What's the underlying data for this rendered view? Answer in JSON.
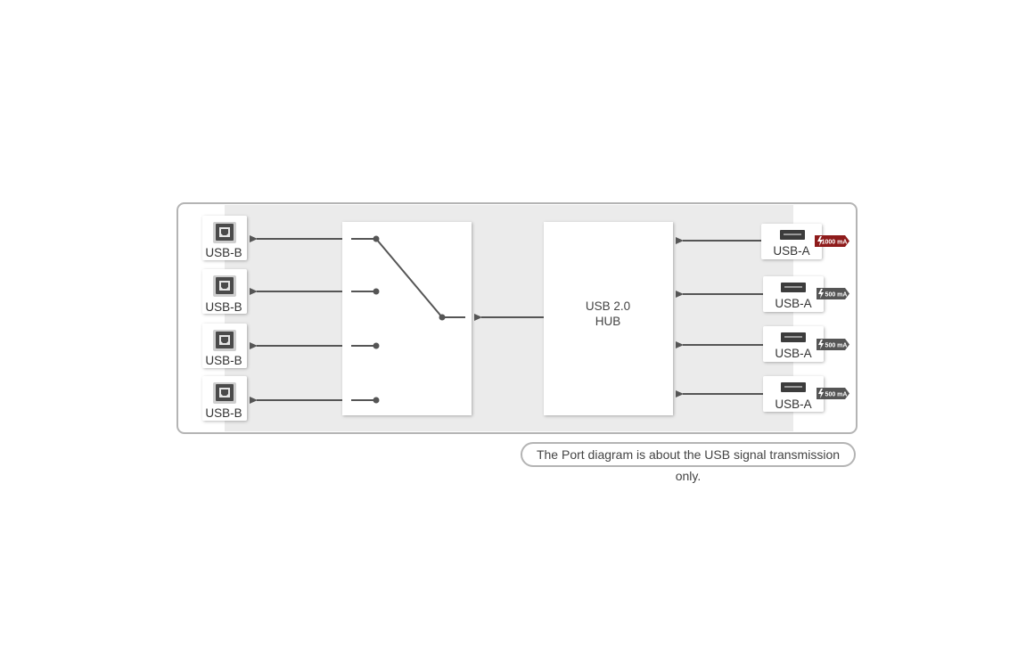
{
  "left_ports": [
    {
      "label": "USB-B"
    },
    {
      "label": "USB-B"
    },
    {
      "label": "USB-B"
    },
    {
      "label": "USB-B"
    }
  ],
  "hub": {
    "line1": "USB 2.0",
    "line2": "HUB"
  },
  "right_ports": [
    {
      "label": "USB-A",
      "current": "1000 mA",
      "badge_color": "#8e1b1b"
    },
    {
      "label": "USB-A",
      "current": "500 mA",
      "badge_color": "#555555"
    },
    {
      "label": "USB-A",
      "current": "500 mA",
      "badge_color": "#555555"
    },
    {
      "label": "USB-A",
      "current": "500 mA",
      "badge_color": "#555555"
    }
  ],
  "note": "The Port diagram is about the USB signal transmission only.",
  "colors": {
    "frame_border": "#b4b4b4",
    "panel_fill": "#ebebeb",
    "line": "#555555",
    "highlight_badge": "#8e1b1b"
  }
}
